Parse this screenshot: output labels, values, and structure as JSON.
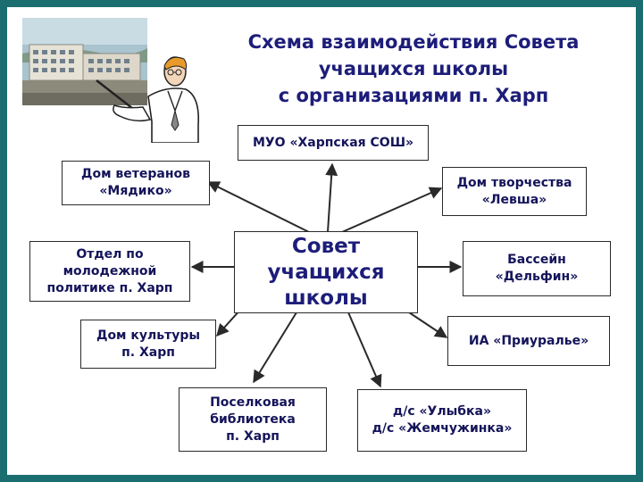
{
  "title": "Схема взаимодействия Совета\nучащихся школы\nс организациями п. Харп",
  "center": "Совет\nучащихся\nшколы",
  "boxes": {
    "muo": "МУО «Харпская СОШ»",
    "veterans": "Дом ветеранов\n«Мядико»",
    "creativity": "Дом творчества\n«Левша»",
    "youth": "Отдел по\nмолодежной\nполитике п. Харп",
    "pool": "Бассейн\n«Дельфин»",
    "culture": "Дом культуры\nп. Харп",
    "ia": "ИА «Приуралье»",
    "library": "Поселковая\nбиблиотека\nп. Харп",
    "kindergarten": "д/с «Улыбка»\nд/с «Жемчужинка»"
  },
  "colors": {
    "frame": "#1a6e70",
    "title_text": "#1d1d7a",
    "box_text": "#14145a",
    "arrow": "#2a2a2a"
  },
  "icons": [
    "school-building-photo",
    "teacher-with-pointer-icon"
  ]
}
